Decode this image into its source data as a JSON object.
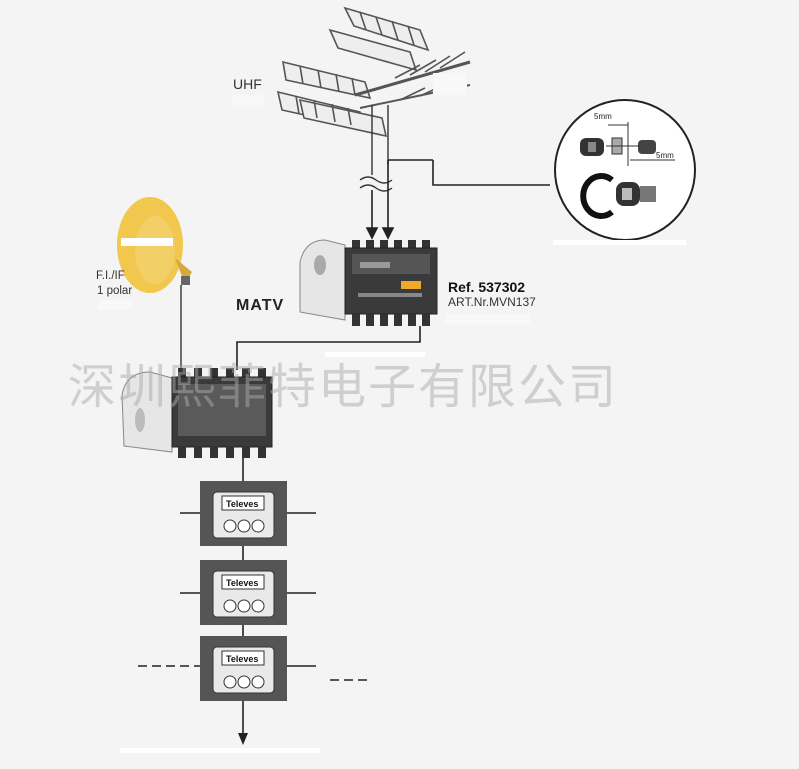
{
  "labels": {
    "uhf": "UHF",
    "fi_if": "F.I./IF",
    "polar": "1 polar",
    "matv": "MATV",
    "ref": "Ref. 537302",
    "art": "ART.Nr.MVN137",
    "mm_top": "5mm",
    "mm_bottom": "5mm"
  },
  "taps": [
    {
      "brand": "Televes"
    },
    {
      "brand": "Televes"
    },
    {
      "brand": "Televes"
    }
  ],
  "watermark": "深圳熙菲特电子有限公司",
  "colors": {
    "background": "#f4f4f4",
    "dish": "#f1c74e",
    "module_dark": "#3a3a3a",
    "tap_bg": "#555555",
    "line": "#222222"
  }
}
